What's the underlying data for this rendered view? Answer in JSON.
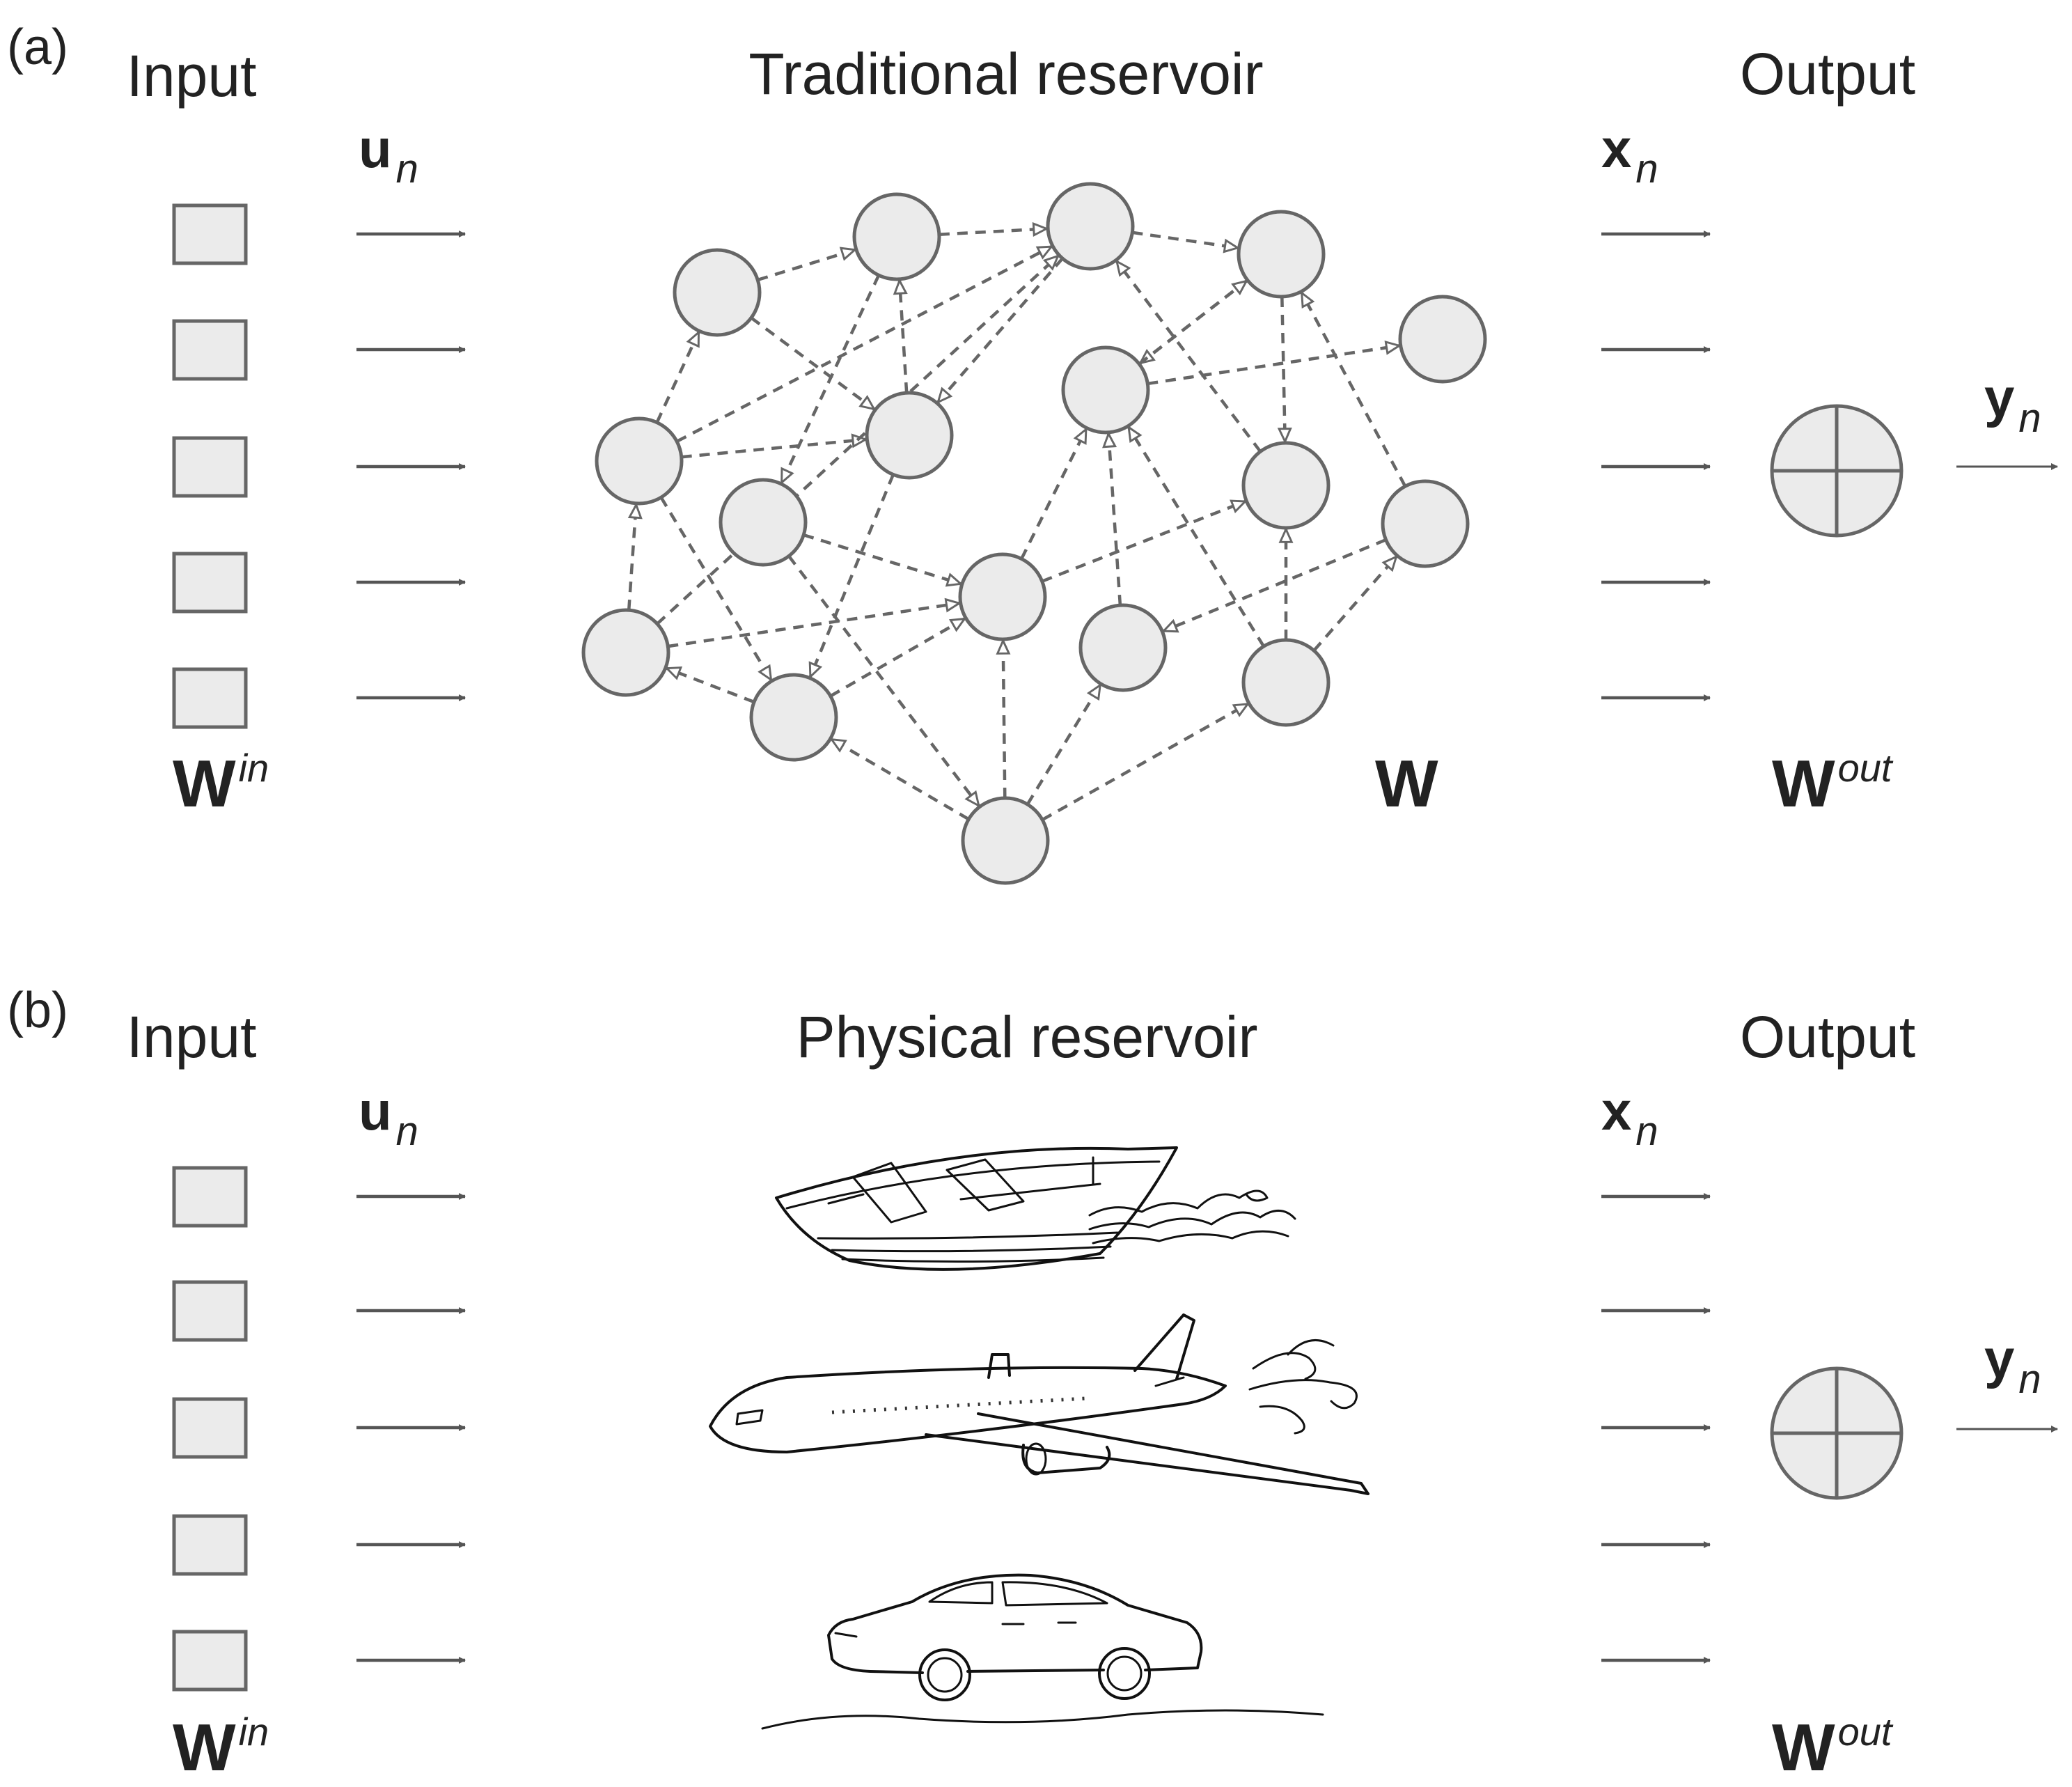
{
  "panels": [
    {
      "letter": "(a)",
      "input_title": "Input",
      "reservoir_title": "Traditional reservoir",
      "output_title": "Output",
      "u_main": "u",
      "u_sub": "n",
      "x_main": "x",
      "x_sub": "n",
      "y_main": "y",
      "y_sub": "n",
      "w_in_main": "W",
      "w_in_sup": "in",
      "w_main": "W",
      "w_out_main": "W",
      "w_out_sup": "out"
    },
    {
      "letter": "(b)",
      "input_title": "Input",
      "reservoir_title": "Physical reservoir",
      "output_title": "Output",
      "u_main": "u",
      "u_sub": "n",
      "x_main": "x",
      "x_sub": "n",
      "y_main": "y",
      "y_sub": "n",
      "w_in_main": "W",
      "w_in_sup": "in",
      "w_out_main": "W",
      "w_out_sup": "out"
    }
  ],
  "physical_systems": [
    "boat-icon",
    "airplane-icon",
    "car-icon"
  ],
  "colors": {
    "node_fill": "#ebebeb",
    "stroke": "#666666",
    "arrow": "#555555",
    "text": "#222222"
  }
}
